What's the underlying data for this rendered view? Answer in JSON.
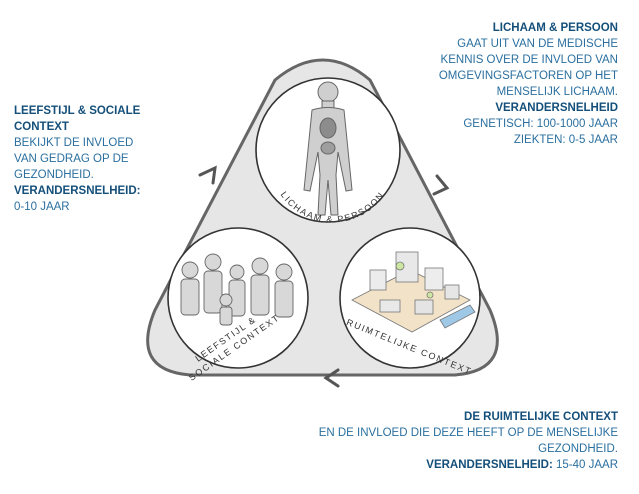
{
  "lichaam": {
    "heading": "LICHAAM & PERSOON",
    "lines": [
      "GAAT UIT VAN DE MEDISCHE",
      "KENNIS OVER DE INVLOED VAN",
      "OMGEVINGSFACTOREN OP HET",
      "MENSELIJK LICHAAM."
    ],
    "rate_label": "VERANDERSNELHEID",
    "rate_lines": [
      "GENETISCH: 100-1000 JAAR",
      "ZIEKTEN: 0-5 JAAR"
    ]
  },
  "leefstijl": {
    "heading_lines": [
      "LEEFSTIJL & SOCIALE",
      "CONTEXT"
    ],
    "lines": [
      "BEKIJKT DE INVLOED",
      "VAN GEDRAG OP DE",
      "GEZONDHEID."
    ],
    "rate_label": "VERANDERSNELHEID:",
    "rate_value": " 0-10 JAAR"
  },
  "ruimte": {
    "heading": "DE RUIMTELIJKE CONTEXT",
    "lines": [
      "EN DE INVLOED DIE DEZE HEEFT OP DE MENSELIJKE",
      "GEZONDHEID."
    ],
    "rate_label": "VERANDERSNELHEID:",
    "rate_value": " 15-40 JAAR"
  },
  "circles": {
    "top": "LICHAAM & PERSOON",
    "left_line1": "LEEFSTIJL &",
    "left_line2": "SOCIALE CONTEXT",
    "right": "RUIMTELIJKE CONTEXT"
  }
}
